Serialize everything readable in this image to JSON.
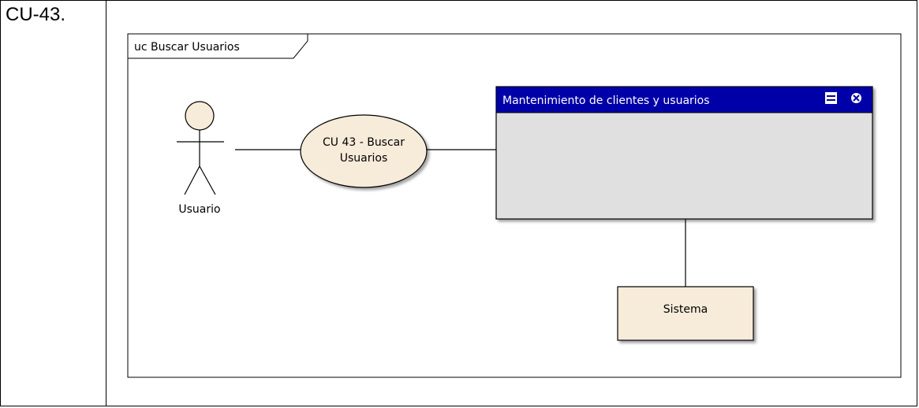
{
  "row_label": "CU-43.",
  "frame": {
    "title": "uc Buscar Usuarios"
  },
  "actor": {
    "label": "Usuario"
  },
  "use_case": {
    "line1": "CU 43 - Buscar",
    "line2": "Usuarios"
  },
  "window": {
    "title": "Mantenimiento de clientes y usuarios",
    "title_color": "#0000a8",
    "body_color": "#e0e0e0"
  },
  "system_box": {
    "label": "Sistema"
  },
  "colors": {
    "element_fill": "#f7ebd9"
  }
}
